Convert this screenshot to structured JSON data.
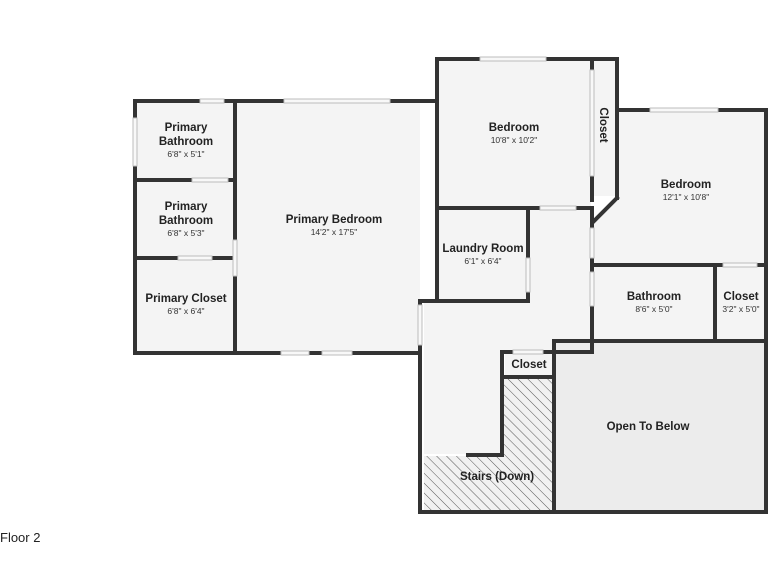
{
  "floor_label": "Floor 2",
  "colors": {
    "wall": "#333333",
    "room_fill": "#f4f4f4",
    "open_fill": "#ececec",
    "window": "#cfcfcf",
    "background": "#ffffff"
  },
  "rooms": {
    "primary_bath_1": {
      "name_lines": [
        "Primary",
        "Bathroom"
      ],
      "dim": "6'8\" x 5'1\""
    },
    "primary_bath_2": {
      "name_lines": [
        "Primary",
        "Bathroom"
      ],
      "dim": "6'8\" x 5'3\""
    },
    "primary_closet": {
      "name_lines": [
        "Primary Closet"
      ],
      "dim": "6'8\" x 6'4\""
    },
    "primary_bedroom": {
      "name_lines": [
        "Primary Bedroom"
      ],
      "dim": "14'2\" x 17'5\""
    },
    "bedroom_1": {
      "name_lines": [
        "Bedroom"
      ],
      "dim": "10'8\" x 10'2\""
    },
    "closet_vertical": {
      "name_lines": [
        "Closet"
      ]
    },
    "bedroom_2": {
      "name_lines": [
        "Bedroom"
      ],
      "dim": "12'1\" x 10'8\""
    },
    "laundry": {
      "name_lines": [
        "Laundry Room"
      ],
      "dim": "6'1\" x 6'4\""
    },
    "bathroom": {
      "name_lines": [
        "Bathroom"
      ],
      "dim": "8'6\" x 5'0\""
    },
    "closet_small": {
      "name_lines": [
        "Closet"
      ],
      "dim": "3'2\" x 5'0\""
    },
    "hall_closet": {
      "name_lines": [
        "Closet"
      ]
    },
    "stairs": {
      "name_lines": [
        "Stairs (Down)"
      ]
    },
    "open_below": {
      "name_lines": [
        "Open To Below"
      ]
    }
  }
}
